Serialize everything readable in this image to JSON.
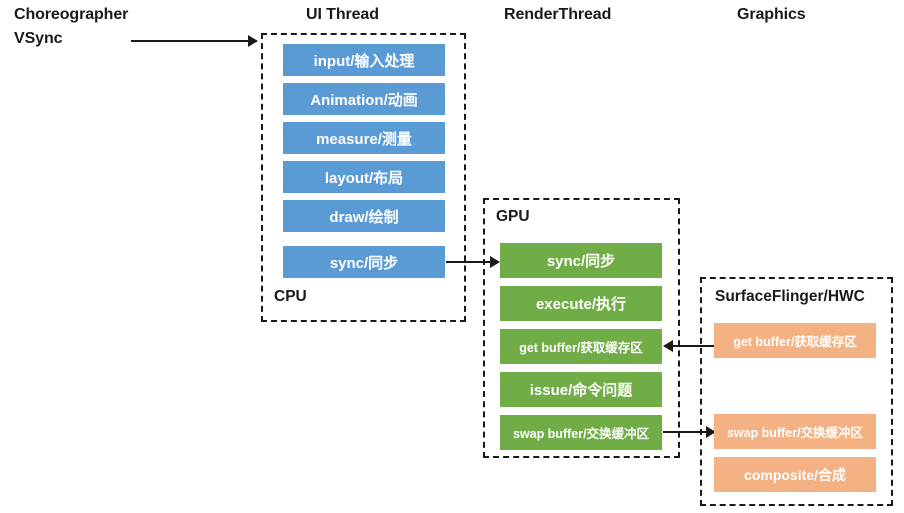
{
  "diagram": {
    "title_labels": {
      "choreographer": "Choreographer",
      "vsync": "VSync"
    },
    "columns": [
      {
        "name": "ui-thread",
        "label": "UI Thread"
      },
      {
        "name": "render-thread",
        "label": "RenderThread"
      },
      {
        "name": "graphics",
        "label": "Graphics"
      }
    ],
    "groups": [
      {
        "name": "cpu-group",
        "label": "CPU"
      },
      {
        "name": "gpu-group",
        "label": "GPU"
      },
      {
        "name": "surfaceflinger-group",
        "label": "SurfaceFlinger/HWC"
      }
    ],
    "ui_thread_stages": [
      {
        "name": "stage-input",
        "label": "input/输入处理"
      },
      {
        "name": "stage-animation",
        "label": "Animation/动画"
      },
      {
        "name": "stage-measure",
        "label": "measure/测量"
      },
      {
        "name": "stage-layout",
        "label": "layout/布局"
      },
      {
        "name": "stage-draw",
        "label": "draw/绘制"
      },
      {
        "name": "stage-sync",
        "label": "sync/同步"
      }
    ],
    "gpu_stages": [
      {
        "name": "stage-gpu-sync",
        "label": "sync/同步"
      },
      {
        "name": "stage-gpu-execute",
        "label": "execute/执行"
      },
      {
        "name": "stage-gpu-get-buffer",
        "label": "get buffer/获取缓存区"
      },
      {
        "name": "stage-gpu-issue",
        "label": "issue/命令问题"
      },
      {
        "name": "stage-gpu-swap-buffer",
        "label": "swap buffer/交换缓冲区"
      }
    ],
    "surfaceflinger_stages": [
      {
        "name": "stage-sf-get-buffer",
        "label": "get buffer/获取缓存区"
      },
      {
        "name": "stage-sf-swap-buffer",
        "label": "swap buffer/交换缓冲区"
      },
      {
        "name": "stage-sf-composite",
        "label": "composite/合成"
      }
    ],
    "arrows": [
      {
        "name": "arrow-vsync-to-ui",
        "direction": "right"
      },
      {
        "name": "arrow-ui-sync-to-gpu-sync",
        "direction": "right"
      },
      {
        "name": "arrow-sf-buffer-to-gpu",
        "direction": "left"
      },
      {
        "name": "arrow-gpu-swap-to-sf-swap",
        "direction": "right"
      }
    ],
    "colors": {
      "ui_thread_box": "#5B9BD5",
      "gpu_box": "#70AD47",
      "surfaceflinger_box": "#F4B183",
      "outline": "#1a1a1a",
      "background": "#ffffff"
    }
  }
}
